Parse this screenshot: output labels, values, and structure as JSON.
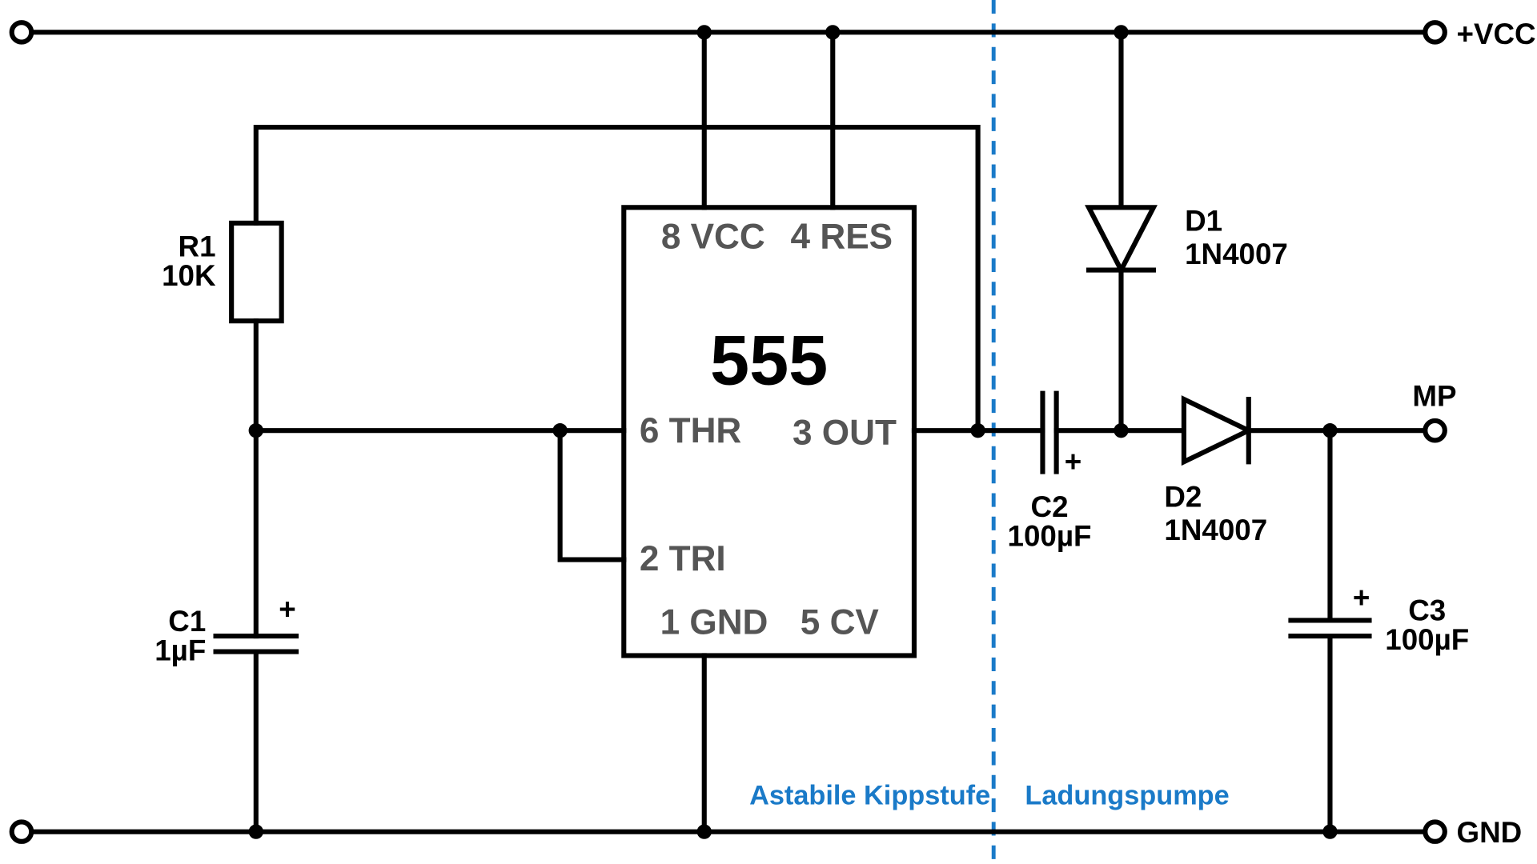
{
  "colors": {
    "wire": "#000000",
    "pin_text": "#555555",
    "section": "#1a7ac8"
  },
  "rails": {
    "vcc_label": "+VCC",
    "gnd_label": "GND",
    "mp_label": "MP"
  },
  "ic": {
    "name": "555",
    "pins": {
      "vcc": "8 VCC",
      "res": "4 RES",
      "thr": "6 THR",
      "out": "3 OUT",
      "tri": "2 TRI",
      "gnd": "1 GND",
      "cv": "5 CV"
    }
  },
  "components": {
    "r1": {
      "ref": "R1",
      "value": "10K"
    },
    "c1": {
      "ref": "C1",
      "value": "1µF",
      "polarity": "+"
    },
    "c2": {
      "ref": "C2",
      "value": "100µF",
      "polarity": "+"
    },
    "c3": {
      "ref": "C3",
      "value": "100µF",
      "polarity": "+"
    },
    "d1": {
      "ref": "D1",
      "value": "1N4007"
    },
    "d2": {
      "ref": "D2",
      "value": "1N4007"
    }
  },
  "sections": {
    "left": "Astabile Kippstufe",
    "right": "Ladungspumpe"
  }
}
